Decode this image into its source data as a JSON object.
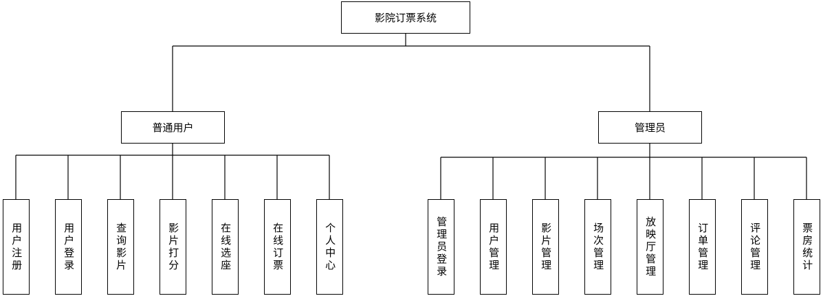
{
  "root": {
    "label": "影院订票系统"
  },
  "branches": [
    {
      "label": "普通用户",
      "children": [
        "用户注册",
        "用户登录",
        "查询影片",
        "影片打分",
        "在线选座",
        "在线订票",
        "个人中心"
      ]
    },
    {
      "label": "管理员",
      "children": [
        "管理员登录",
        "用户管理",
        "影片管理",
        "场次管理",
        "放映厅管理",
        "订单管理",
        "评论管理",
        "票房统计"
      ]
    }
  ]
}
